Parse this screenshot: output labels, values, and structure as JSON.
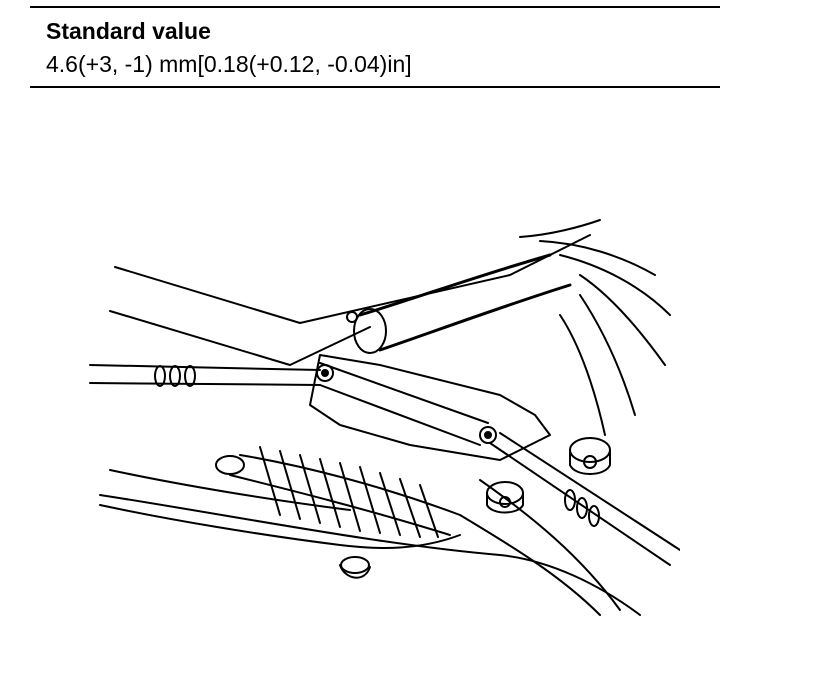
{
  "spec": {
    "title": "Standard value",
    "value": "4.6(+3, -1) mm[0.18(+0.12, -0.04)in]"
  },
  "illustration": {
    "icon": "suspension-arm-measurement-illustration"
  }
}
